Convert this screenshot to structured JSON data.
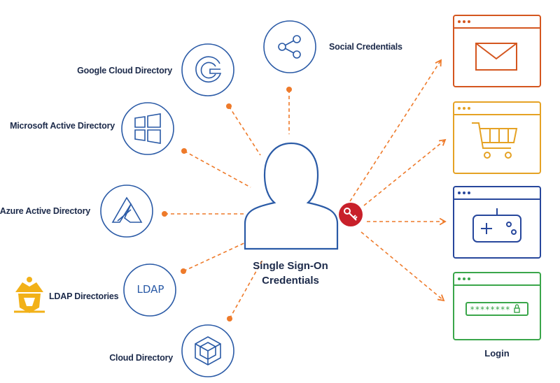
{
  "center": {
    "line1": "Single Sign-On",
    "line2": "Credentials"
  },
  "sources": {
    "social": "Social Credentials",
    "google": "Google Cloud Directory",
    "microsoft": "Microsoft Active Directory",
    "azure": "Azure Active Directory",
    "ldap": "LDAP Directories",
    "ldap_icon_text": "LDAP",
    "cloud": "Cloud Directory"
  },
  "apps": {
    "password_mask": "********",
    "login_label": "Login"
  },
  "colors": {
    "navy": "#1c2a4a",
    "blue": "#2a5aa6",
    "arrow": "#ee7a2a",
    "key": "#c8202a",
    "app_orange": "#d4561f",
    "app_amber": "#e5a224",
    "app_blue": "#27479c",
    "app_green": "#3aa64a",
    "ldap_logo": "#f2b118"
  },
  "icons": [
    "share-icon",
    "google-icon",
    "windows-icon",
    "azure-icon",
    "ldap-logo-icon",
    "cloud-directory-icon",
    "user-icon",
    "key-icon",
    "mail-icon",
    "cart-icon",
    "gamepad-icon",
    "lock-icon"
  ]
}
